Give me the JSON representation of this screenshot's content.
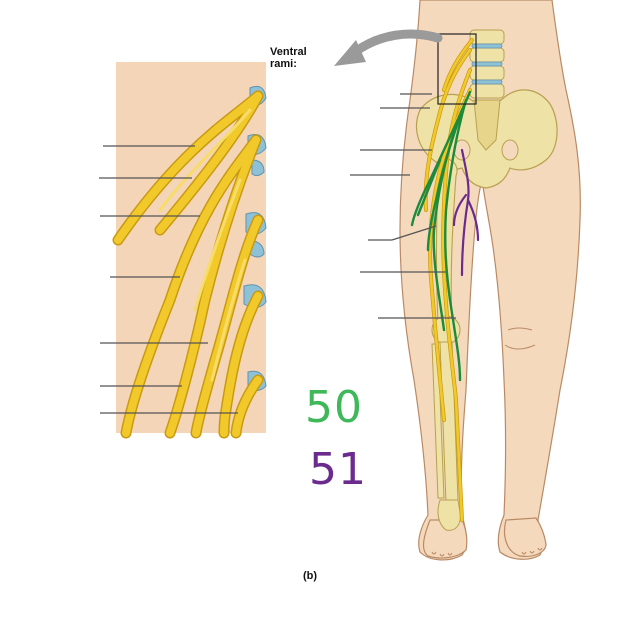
{
  "labels": {
    "ventral_rami": [
      "Ventral",
      "rami:"
    ],
    "panel_letter": "(b)"
  },
  "handwritten": [
    {
      "text": "50",
      "color": "#3fb85a"
    },
    {
      "text": "51",
      "color": "#6a2a8e"
    }
  ],
  "colors": {
    "nerve": "#f2c92b",
    "nerve_outline": "#c99a10",
    "skin": "#f5d9bd",
    "skin_outline": "#b98a66",
    "bone": "#efe2a6",
    "vertebra_blue": "#8fc1d6",
    "marker_green": "#1e8a3c",
    "marker_purple": "#6a2a8e",
    "arrow_gray": "#9a9a9a",
    "leader_line": "#555555"
  },
  "icons": [
    "curved-arrow-icon"
  ]
}
